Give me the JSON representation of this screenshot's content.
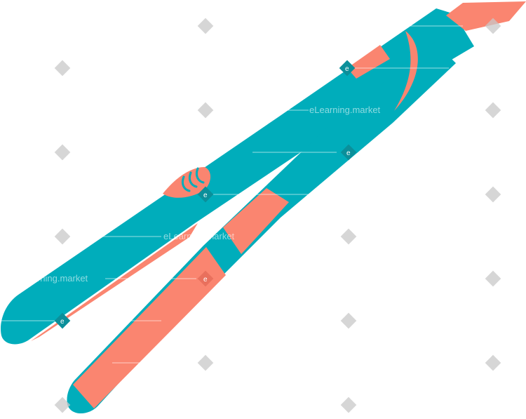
{
  "image": {
    "subject": "hair-straightener-illustration",
    "colors": {
      "body": "#00adbb",
      "accent": "#fa8570",
      "background": "#ffffff",
      "watermark_mark": "#c8c8c8"
    }
  },
  "watermark": {
    "text": "eLearning.market",
    "glyph": "e"
  }
}
